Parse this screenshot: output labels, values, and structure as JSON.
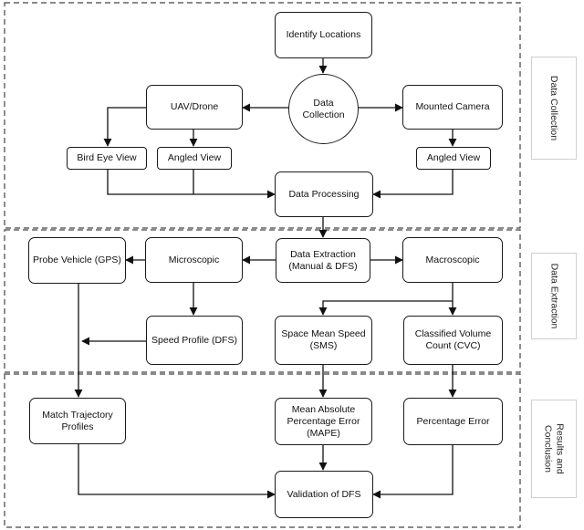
{
  "sections": {
    "data_collection": "Data Collection",
    "data_extraction": "Data Extraction",
    "results_conclusion_line1": "Results and",
    "results_conclusion_line2": "Conclusion"
  },
  "nodes": {
    "identify_locations": "Identify Locations",
    "data_collection_line1": "Data",
    "data_collection_line2": "Collection",
    "uav_drone": "UAV/Drone",
    "mounted_camera": "Mounted Camera",
    "bird_eye_view": "Bird Eye View",
    "angled_view_drone": "Angled View",
    "angled_view_camera": "Angled View",
    "data_processing": "Data Processing",
    "data_extraction_line1": "Data Extraction",
    "data_extraction_line2": "(Manual & DFS)",
    "probe_vehicle": "Probe Vehicle (GPS)",
    "microscopic": "Microscopic",
    "macroscopic": "Macroscopic",
    "speed_profile": "Speed Profile (DFS)",
    "sms_line1": "Space Mean Speed",
    "sms_line2": "(SMS)",
    "cvc_line1": "Classified Volume",
    "cvc_line2": "Count (CVC)",
    "match_line1": "Match Trajectory",
    "match_line2": "Profiles",
    "mape_line1": "Mean Absolute",
    "mape_line2": "Percentage Error",
    "mape_line3": "(MAPE)",
    "percentage_error": "Percentage Error",
    "validation": "Validation of DFS"
  }
}
